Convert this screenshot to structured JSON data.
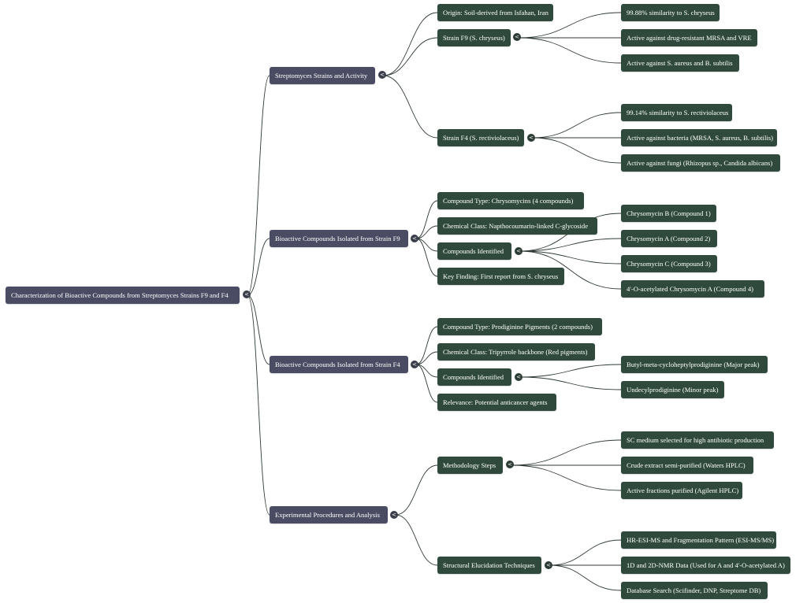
{
  "root": {
    "label": "Characterization of Bioactive Compounds from Streptomyces Strains F9 and F4"
  },
  "branches": [
    {
      "label": "Streptomyces Strains and Activity",
      "children": [
        {
          "label": "Origin: Soil-derived from Isfahan, Iran"
        },
        {
          "label": "Strain F9 (S. chryseus)",
          "children": [
            {
              "label": "99.88% similarity to S. chryseus"
            },
            {
              "label": "Active against drug-resistant MRSA and VRE"
            },
            {
              "label": "Active against S. aureus and B. subtilis"
            }
          ]
        },
        {
          "label": "Strain F4 (S. rectiviolaceus)",
          "children": [
            {
              "label": "99.14% similarity to S. rectiviolaceus"
            },
            {
              "label": "Active against bacteria (MRSA, S. aureus, B. subtilis)"
            },
            {
              "label": "Active against fungi (Rhizopus sp., Candida albicans)"
            }
          ]
        }
      ]
    },
    {
      "label": "Bioactive Compounds Isolated from Strain F9",
      "children": [
        {
          "label": "Compound Type: Chrysomycins (4 compounds)"
        },
        {
          "label": "Chemical Class: Napthocoumarin-linked C-glycoside"
        },
        {
          "label": "Compounds Identified",
          "children": [
            {
              "label": "Chrysomycin B (Compound 1)"
            },
            {
              "label": "Chrysomycin A (Compound 2)"
            },
            {
              "label": "Chrysomycin C (Compound 3)"
            },
            {
              "label": "4'-O-acetylated Chrysomycin A (Compound 4)"
            }
          ]
        },
        {
          "label": "Key Finding: First report from S. chryseus"
        }
      ]
    },
    {
      "label": "Bioactive Compounds Isolated from Strain F4",
      "children": [
        {
          "label": "Compound Type: Prodiginine Pigments (2 compounds)"
        },
        {
          "label": "Chemical Class: Tripyrrole backbone (Red pigments)"
        },
        {
          "label": "Compounds Identified",
          "children": [
            {
              "label": "Butyl-meta-cycloheptylprodiginine (Major peak)"
            },
            {
              "label": "Undecylprodiginine (Minor peak)"
            }
          ]
        },
        {
          "label": "Relevance: Potential anticancer agents"
        }
      ]
    },
    {
      "label": "Experimental Procedures and Analysis",
      "children": [
        {
          "label": "Methodology Steps",
          "children": [
            {
              "label": "SC medium selected for high antibiotic production"
            },
            {
              "label": "Crude extract semi-purified (Waters HPLC)"
            },
            {
              "label": "Active fractions purified (Agilent HPLC)"
            }
          ]
        },
        {
          "label": "Structural Elucidation Techniques",
          "children": [
            {
              "label": "HR-ESI-MS and Fragmentation Pattern (ESI-MS/MS)"
            },
            {
              "label": "1D and 2D-NMR Data (Used for A and 4'-O-acetylated A)"
            },
            {
              "label": "Database Search (Scifinder, DNP, Streptome DB)"
            }
          ]
        }
      ]
    }
  ]
}
